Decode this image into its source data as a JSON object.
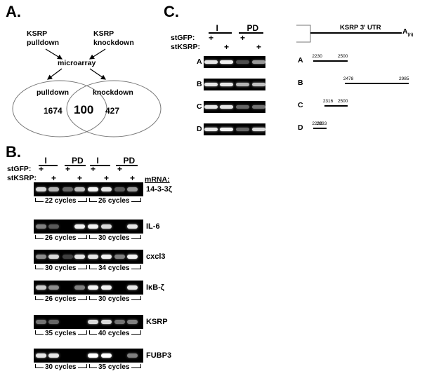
{
  "panelA": {
    "letter": "A.",
    "pulldown_label_line1": "KSRP",
    "pulldown_label_line2": "pulldown",
    "knockdown_label_line1": "KSRP",
    "knockdown_label_line2": "knockdown",
    "center_label": "microarray",
    "venn_left_title": "pulldown",
    "venn_right_title": "knockdown",
    "venn_left_count": "1674",
    "venn_overlap_count": "100",
    "venn_right_count": "427"
  },
  "panelB": {
    "letter": "B.",
    "group_labels": [
      "I",
      "PD",
      "I",
      "PD"
    ],
    "row_stgfp": "stGFP:",
    "row_stksrp": "stKSRP:",
    "mrna_header": "mRNA:",
    "plus": "+",
    "genes": [
      {
        "name": "14-3-3ζ",
        "cycles_left": "22 cycles",
        "cycles_right": "26 cycles",
        "bands": [
          0.85,
          0.7,
          0.4,
          0.75,
          0.95,
          0.9,
          0.35,
          0.6
        ]
      },
      {
        "name": "IL-6",
        "cycles_left": "26 cycles",
        "cycles_right": "30 cycles",
        "bands": [
          0.5,
          0.35,
          0.0,
          0.95,
          0.95,
          0.85,
          0.0,
          0.9
        ]
      },
      {
        "name": "cxcl3",
        "cycles_left": "30 cycles",
        "cycles_right": "34 cycles",
        "bands": [
          0.55,
          0.85,
          0.25,
          0.9,
          0.9,
          0.95,
          0.5,
          0.95
        ]
      },
      {
        "name": "IκB-ζ",
        "cycles_left": "26 cycles",
        "cycles_right": "30 cycles",
        "bands": [
          0.8,
          0.55,
          0.0,
          0.5,
          0.95,
          0.95,
          0.0,
          0.9
        ]
      },
      {
        "name": "KSRP",
        "cycles_left": "35 cycles",
        "cycles_right": "40 cycles",
        "bands": [
          0.45,
          0.4,
          0.0,
          0.0,
          0.85,
          0.85,
          0.45,
          0.5
        ]
      },
      {
        "name": "FUBP3",
        "cycles_left": "30 cycles",
        "cycles_right": "35 cycles",
        "bands": [
          0.9,
          0.9,
          0.0,
          0.0,
          1.0,
          1.0,
          0.0,
          0.5
        ]
      }
    ]
  },
  "panelC": {
    "letter": "C.",
    "group_labels": [
      "I",
      "PD"
    ],
    "row_stgfp": "stGFP:",
    "row_stksrp": "stKSRP:",
    "plus": "+",
    "rows": [
      {
        "label": "A",
        "bands": [
          0.9,
          0.95,
          0.3,
          0.6
        ]
      },
      {
        "label": "B",
        "bands": [
          0.9,
          0.9,
          0.7,
          0.75
        ]
      },
      {
        "label": "C",
        "bands": [
          0.9,
          0.9,
          0.4,
          0.45
        ]
      },
      {
        "label": "D",
        "bands": [
          0.9,
          0.95,
          0.4,
          0.85
        ]
      }
    ],
    "utr_title": "KSRP 3' UTR",
    "polyA": "A",
    "polyA_sub": "(n)",
    "fragments": [
      {
        "label": "A",
        "start": "2230",
        "end": "2500"
      },
      {
        "label": "B",
        "start": "2478",
        "end": "2985"
      },
      {
        "label": "C",
        "start": "2316",
        "end": "2500"
      },
      {
        "label": "D",
        "start": "2230",
        "end": "2333"
      }
    ]
  }
}
